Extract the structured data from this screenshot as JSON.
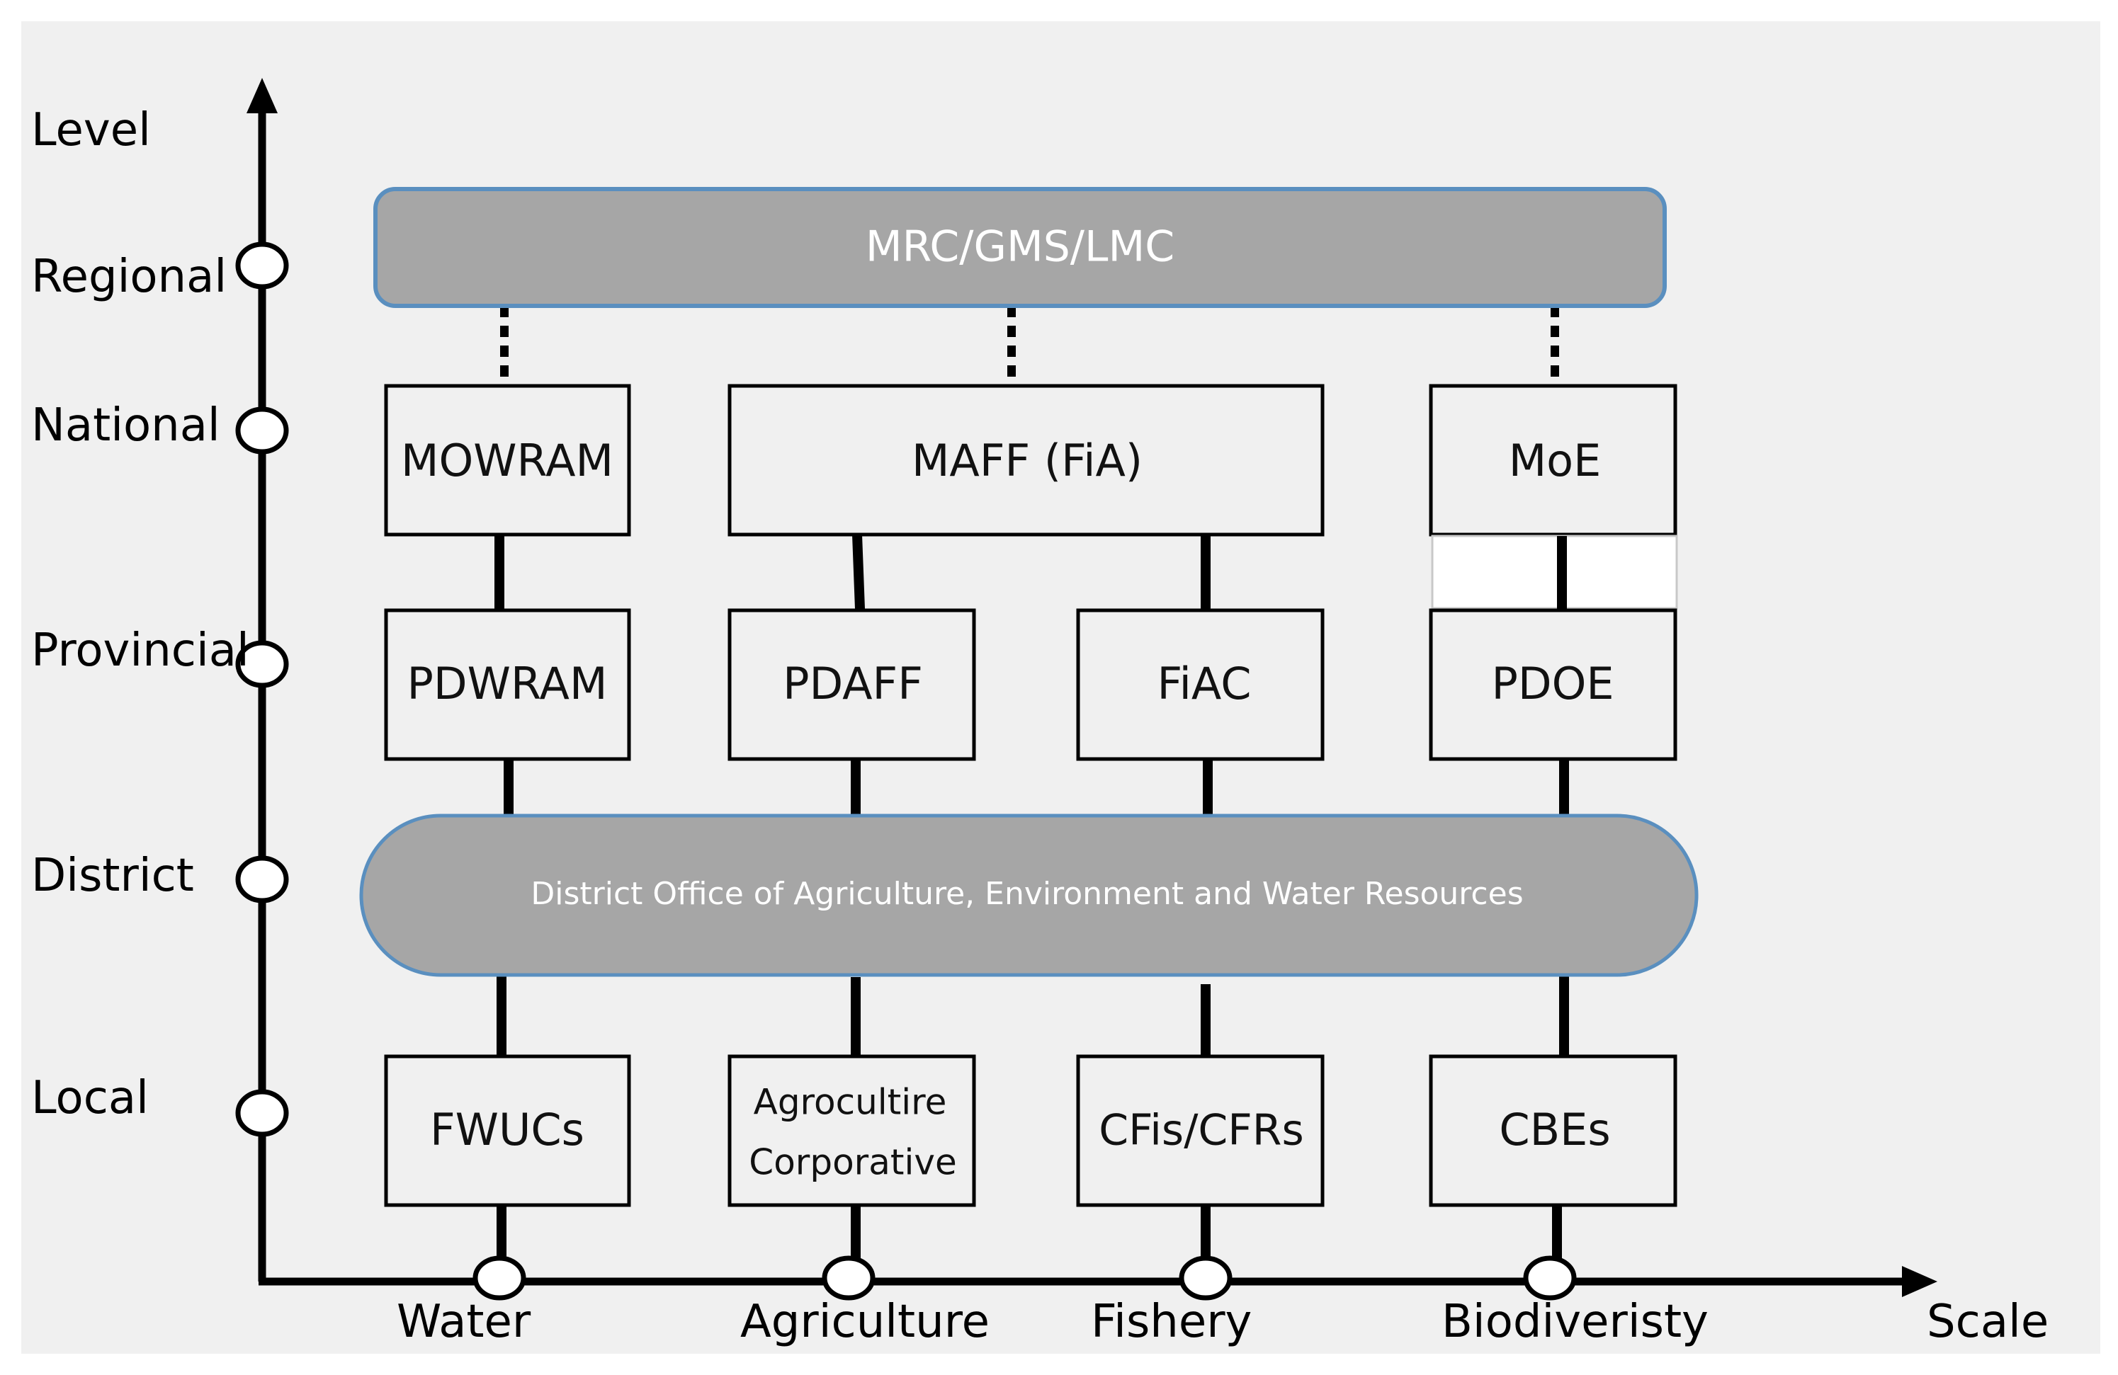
{
  "axes": {
    "y_title": "Level",
    "x_title": "Scale",
    "levels": [
      "Regional",
      "National",
      "Provincial",
      "District",
      "Local"
    ],
    "sectors": [
      "Water",
      "Agriculture",
      "Fishery",
      "Biodiveristy"
    ]
  },
  "regional": {
    "label": "MRC/GMS/LMC"
  },
  "district": {
    "label": "District Office of Agriculture, Environment and Water Resources"
  },
  "national": {
    "mowram": "MOWRAM",
    "maff": "MAFF (FiA)",
    "moe": "MoE"
  },
  "provincial": {
    "pdwram": "PDWRAM",
    "pdaff": "PDAFF",
    "fiac": "FiAC",
    "pdoe": "PDOE"
  },
  "local": {
    "fwucs": "FWUCs",
    "agri_line1": "Agrocultire",
    "agri_line2": "Corporative",
    "cfis": "CFis/CFRs",
    "cbes": "CBEs"
  },
  "colors": {
    "background": "#f0f0f0",
    "grey_fill": "#a6a6a6",
    "outline_blue": "#5a8fbf",
    "line": "#000000",
    "box_fill": "#f0f0f0"
  }
}
